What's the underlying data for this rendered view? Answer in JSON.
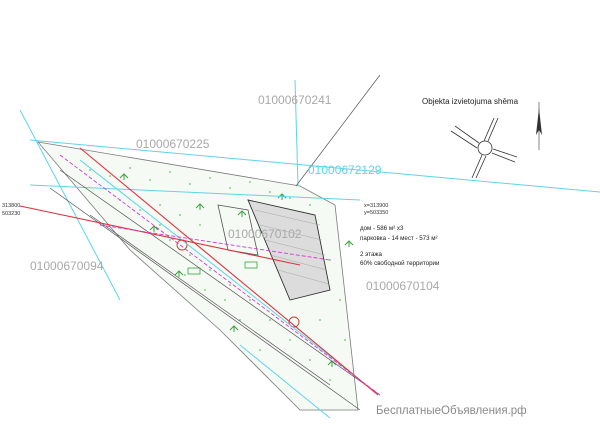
{
  "parcels": {
    "p1": "01000670241",
    "p2": "01000670225",
    "p3": "01000672129",
    "p4": "01000670102",
    "p5": "01000670094",
    "p6": "01000670104"
  },
  "schema_title": "Objekta izvietojuma shēma",
  "coords": {
    "left_x": "313800",
    "left_y": "503230",
    "right_x": "x=313900",
    "right_y": "y=503350"
  },
  "notes": {
    "line1": "дом - 586 м² x3",
    "line2": "парковка - 14 мест - 573 м²",
    "line3": "2 этажа",
    "line4": "60% свободной территории"
  },
  "watermark": "БесплатныеОбъявления.рф",
  "colors": {
    "cyan": "#5fd3ea",
    "red": "#e0303a",
    "magenta": "#d23bd2",
    "green": "#3aa23a",
    "gray": "#7a7a7a"
  }
}
